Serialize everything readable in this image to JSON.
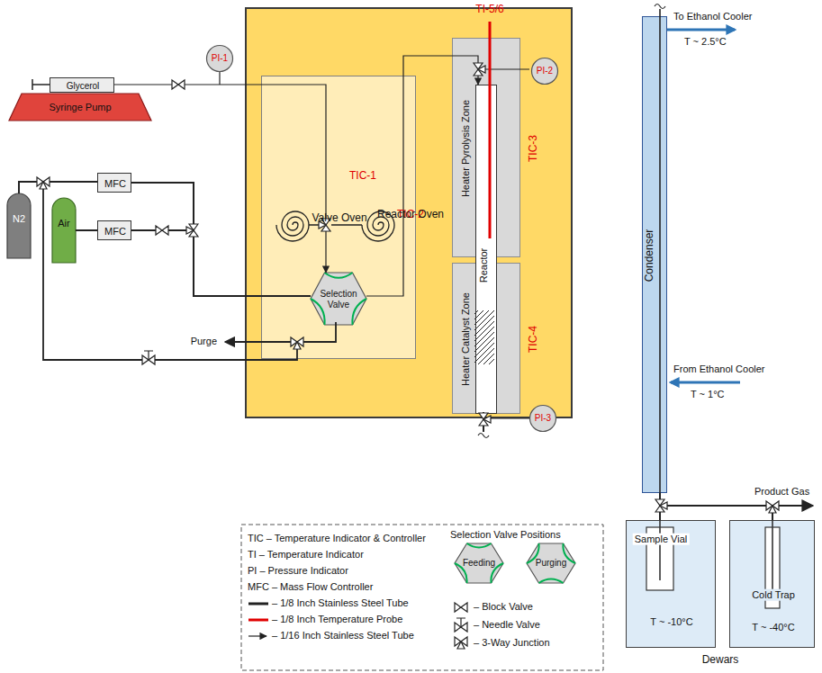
{
  "diagram": {
    "nodes": [
      {
        "text": [
          "TIC-2",
          "Reactor Oven"
        ]
      },
      {
        "text": [
          "TIC-1",
          "Valve Oven"
        ],
        "in": 0
      },
      {
        "text": [
          "Selection Valve"
        ],
        "in": 1
      },
      {
        "text": [
          "Heater Pyrolysis Zone",
          "TIC-3"
        ],
        "in": 0
      },
      {
        "text": [
          "Heater Catalyst Zone",
          "TIC-4"
        ],
        "in": 0
      },
      {
        "text": [
          "Reactor"
        ],
        "in": 0
      },
      {
        "text": [
          "Syringe Pump"
        ]
      },
      {
        "text": [
          "Glycerol"
        ]
      },
      {
        "text": [
          "N2"
        ]
      },
      {
        "text": [
          "Air"
        ]
      },
      {
        "text": [
          "MFC"
        ]
      },
      {
        "text": [
          "MFC"
        ]
      },
      {
        "text": [
          "PI-1"
        ]
      },
      {
        "text": [
          "PI-2"
        ],
        "in": 0
      },
      {
        "text": [
          "PI-3"
        ]
      },
      {
        "text": [
          "Condenser"
        ]
      },
      {
        "text": [
          "Sample Vial",
          "T ~ -10°C"
        ]
      },
      {
        "text": [
          "Cold Trap",
          "T ~ -40°C"
        ]
      },
      {
        "text": [
          "Feeding"
        ]
      },
      {
        "text": [
          "Purging"
        ]
      }
    ],
    "edges": [
      {
        "from": 7,
        "to": 2,
        "arrow": "to"
      },
      {
        "from": 8,
        "to": 10,
        "arrow": "none"
      },
      {
        "from": 9,
        "to": 11,
        "arrow": "none"
      },
      {
        "from": 10,
        "to": 2,
        "arrow": "none"
      },
      {
        "from": 11,
        "to": 2,
        "arrow": "none"
      },
      {
        "from": 2,
        "to": 5,
        "arrow": "to"
      },
      {
        "from": 15,
        "to": 16,
        "arrow": "none"
      },
      {
        "from": 15,
        "to": 17,
        "arrow": "none"
      }
    ],
    "labels": [
      "TI-5/6",
      "To Ethanol Cooler",
      "T ~ 2.5°C",
      "From Ethanol Cooler",
      "T ~ 1°C",
      "Product Gas",
      "Purge",
      "Dewars",
      "Selection Valve Positions"
    ],
    "legend": [
      {
        "text": "TIC – Temperature Indicator & Controller"
      },
      {
        "text": "TI – Temperature Indicator"
      },
      {
        "text": "PI – Pressure Indicator"
      },
      {
        "text": "MFC – Mass Flow Controller"
      },
      {
        "text": "– 1/8 Inch Stainless Steel Tube"
      },
      {
        "text": "– 1/8 Inch Temperature Probe"
      },
      {
        "text": "– 1/16 Inch Stainless Steel Tube"
      },
      {
        "text": "– Block Valve"
      },
      {
        "text": "– Needle Valve"
      },
      {
        "text": "– 3-Way Junction"
      }
    ]
  }
}
